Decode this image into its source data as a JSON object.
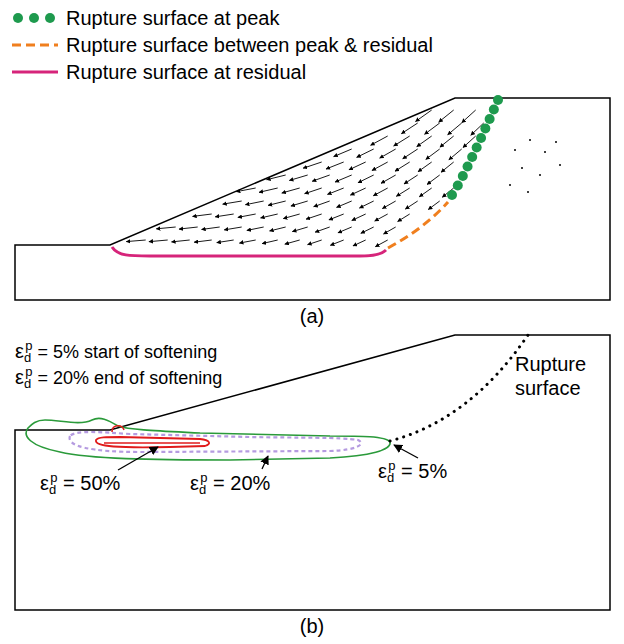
{
  "diagram": {
    "labels": [
      "(a)",
      "εdp = 5% start of softening",
      "εdp = 20% end of softening",
      "Rupture surface",
      "εdp = 50%",
      "εdp = 20%",
      "εdp = 5%",
      "(b)"
    ],
    "legend": [
      {
        "text": "Rupture surface at peak"
      },
      {
        "text": "Rupture surface between peak & residual"
      },
      {
        "text": "Rupture surface at residual"
      }
    ]
  }
}
